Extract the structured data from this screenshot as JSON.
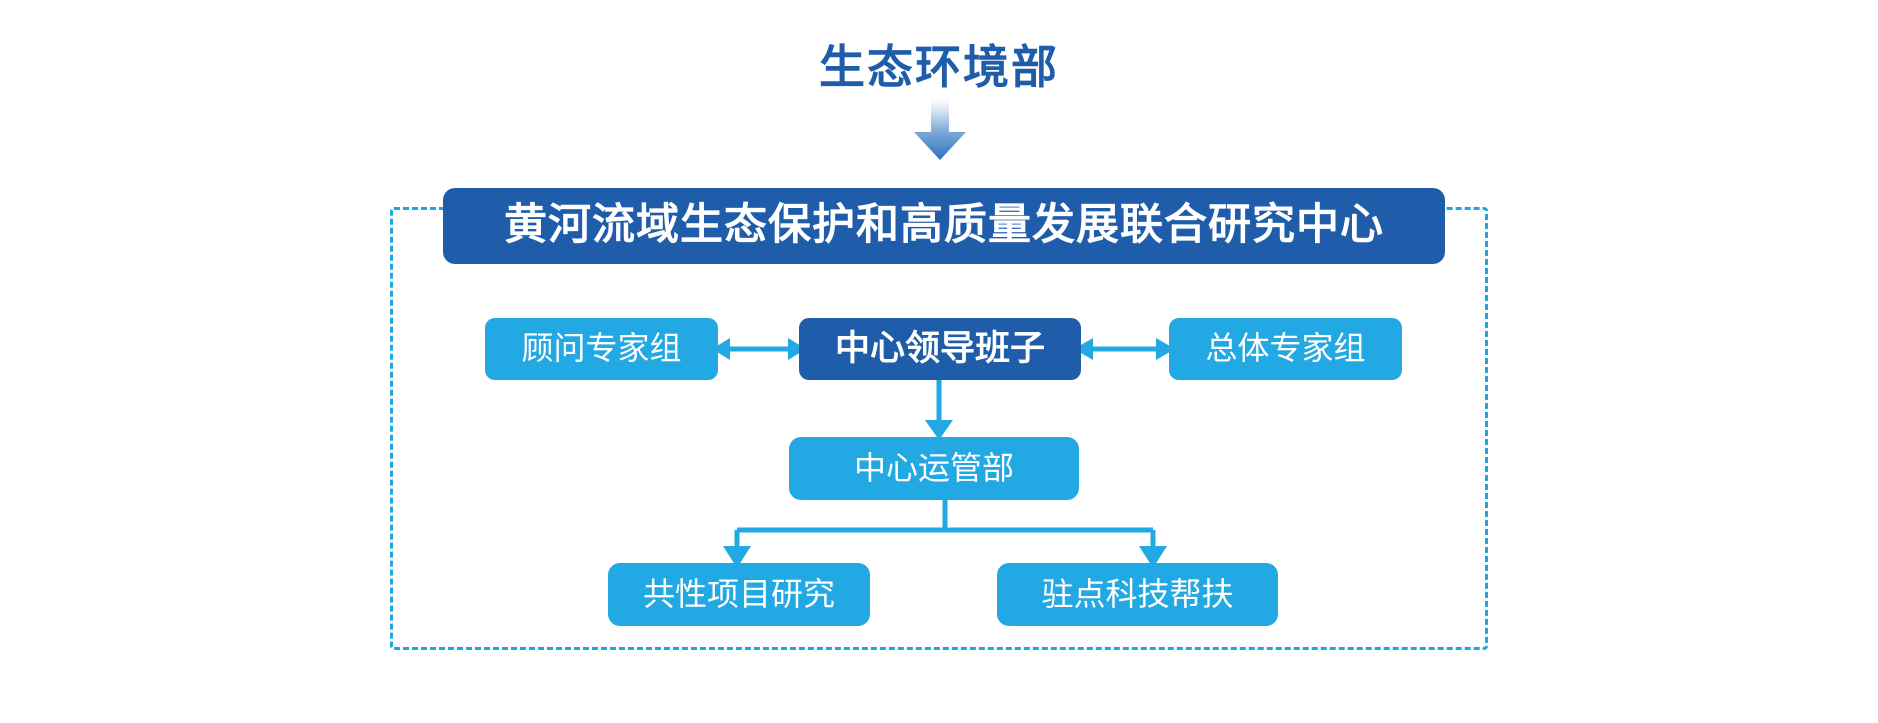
{
  "diagram": {
    "ministry": {
      "label": "生态环境部"
    },
    "center": {
      "label": "黄河流域生态保护和高质量发展联合研究中心"
    },
    "nodes": {
      "leadership": "中心领导班子",
      "advisory_expert_group": "顾问专家组",
      "overall_expert_group": "总体专家组",
      "operations_department": "中心运管部",
      "common_project_research": "共性项目研究",
      "stationed_tech_support": "驻点科技帮扶"
    },
    "colors": {
      "dark_blue": "#1f5dab",
      "light_blue": "#22a8e2",
      "dashed_border": "#1ca7e0",
      "text_white": "#ffffff",
      "background": "#ffffff"
    },
    "connectors": {
      "ministry_to_center": "gradient-down-arrow",
      "leadership_to_advisory": "double-headed-horizontal-arrow",
      "leadership_to_overall": "double-headed-horizontal-arrow",
      "leadership_to_operations": "down-arrow",
      "operations_to_children": "branching-down-arrows"
    }
  }
}
